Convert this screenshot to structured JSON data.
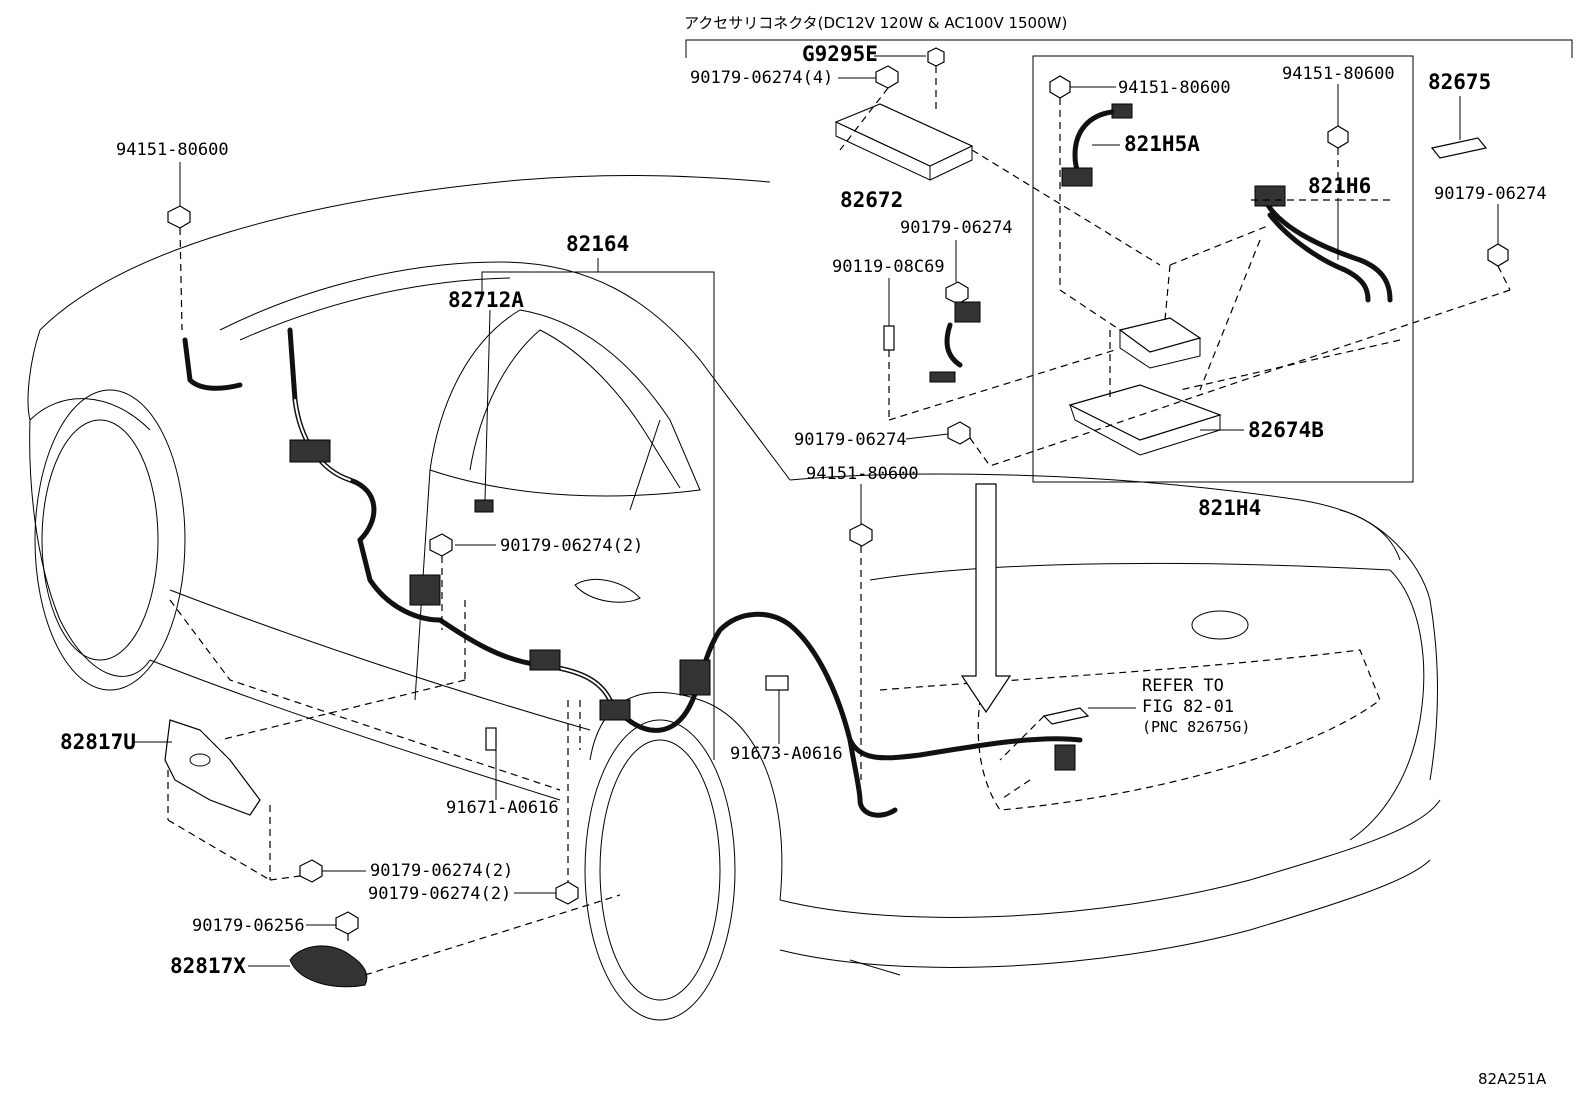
{
  "diagram": {
    "header": "アクセサリコネクタ(DC12V 120W & AC100V 1500W)",
    "figure_code": "82A251A",
    "reference_note": {
      "line1": "REFER TO",
      "line2": "FIG 82-01",
      "line3": "(PNC 82675G)"
    },
    "labels": {
      "p_94151_left": "94151-80600",
      "p_82164": "82164",
      "p_82712A": "82712A",
      "p_90179_2_mid": "90179-06274(2)",
      "p_82817U": "82817U",
      "p_91671": "91671-A0616",
      "p_90179_2_a": "90179-06274(2)",
      "p_90179_2_b": "90179-06274(2)",
      "p_90179_06256": "90179-06256",
      "p_82817X": "82817X",
      "p_G9295E": "G9295E",
      "p_90179_4": "90179-06274(4)",
      "p_82672": "82672",
      "p_90179_upper": "90179-06274",
      "p_90119": "90119-08C69",
      "p_90179_center": "90179-06274",
      "p_94151_center": "94151-80600",
      "p_91673": "91673-A0616",
      "p_94151_box_a": "94151-80600",
      "p_821H5A": "821H5A",
      "p_94151_box_b": "94151-80600",
      "p_821H6": "821H6",
      "p_82674B": "82674B",
      "p_821H4": "821H4",
      "p_82675": "82675",
      "p_90179_right": "90179-06274"
    }
  }
}
